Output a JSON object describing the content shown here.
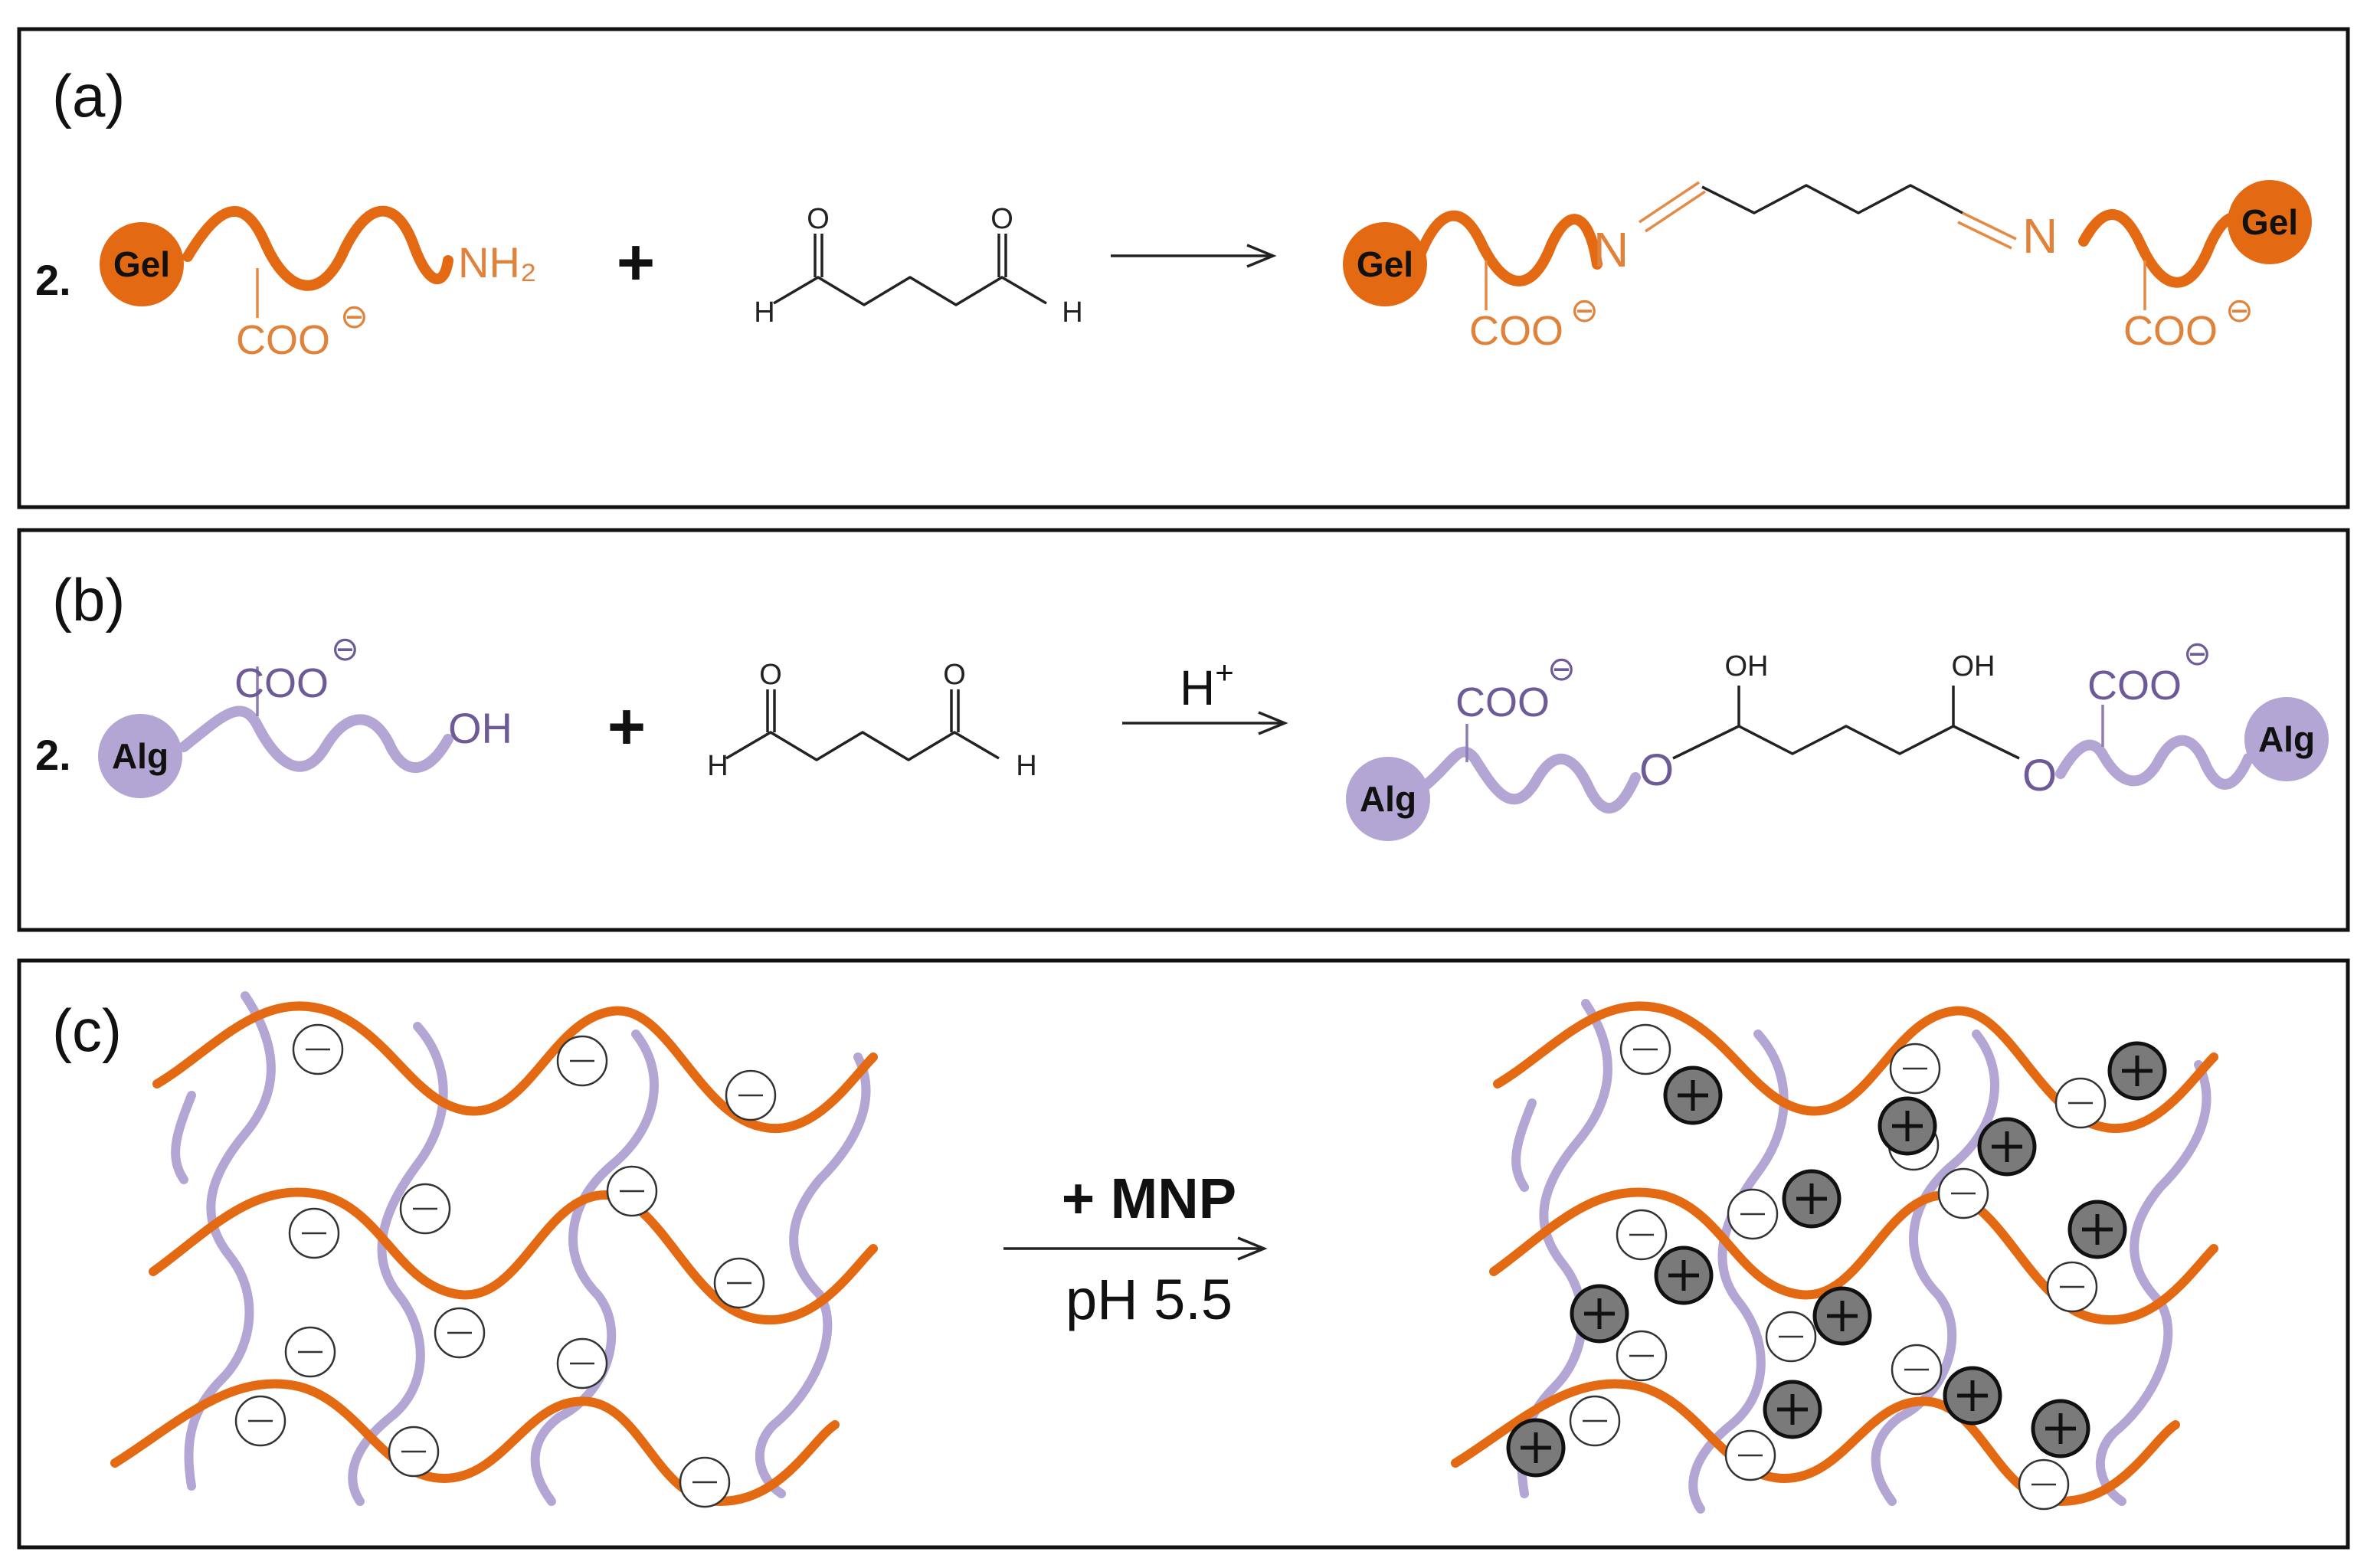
{
  "panels": {
    "a": {
      "label": "(a)",
      "step": "2.",
      "reactant_bead": "Gel",
      "amine_group": "NH₂",
      "carboxylate": "COO",
      "charge": "⊖",
      "plus": "+",
      "aldehyde_o": "O",
      "aldehyde_h": "H",
      "imine_n": "N",
      "product_left_bead": "Gel",
      "product_right_bead": "Gel"
    },
    "b": {
      "label": "(b)",
      "step": "2.",
      "reactant_bead": "Alg",
      "hydroxyl_group": "OH",
      "carboxylate": "COO",
      "charge": "⊖",
      "plus": "+",
      "aldehyde_o": "O",
      "aldehyde_h": "H",
      "catalyst": "H",
      "catalyst_sup": "+",
      "ether_o": "O",
      "hemiacetal_oh": "OH",
      "product_left_bead": "Alg",
      "product_right_bead": "Alg"
    },
    "c": {
      "label": "(c)",
      "additive": "+ MNP",
      "condition": "pH 5.5"
    }
  },
  "colors": {
    "gelatin": "#E36A12",
    "alginate": "#B3A6D4",
    "negative_charge_fill": "#ffffff",
    "mnp_fill": "#7A7A7A"
  },
  "icons": {
    "negative_charge": "circled-minus",
    "positive_charge": "circled-plus"
  }
}
